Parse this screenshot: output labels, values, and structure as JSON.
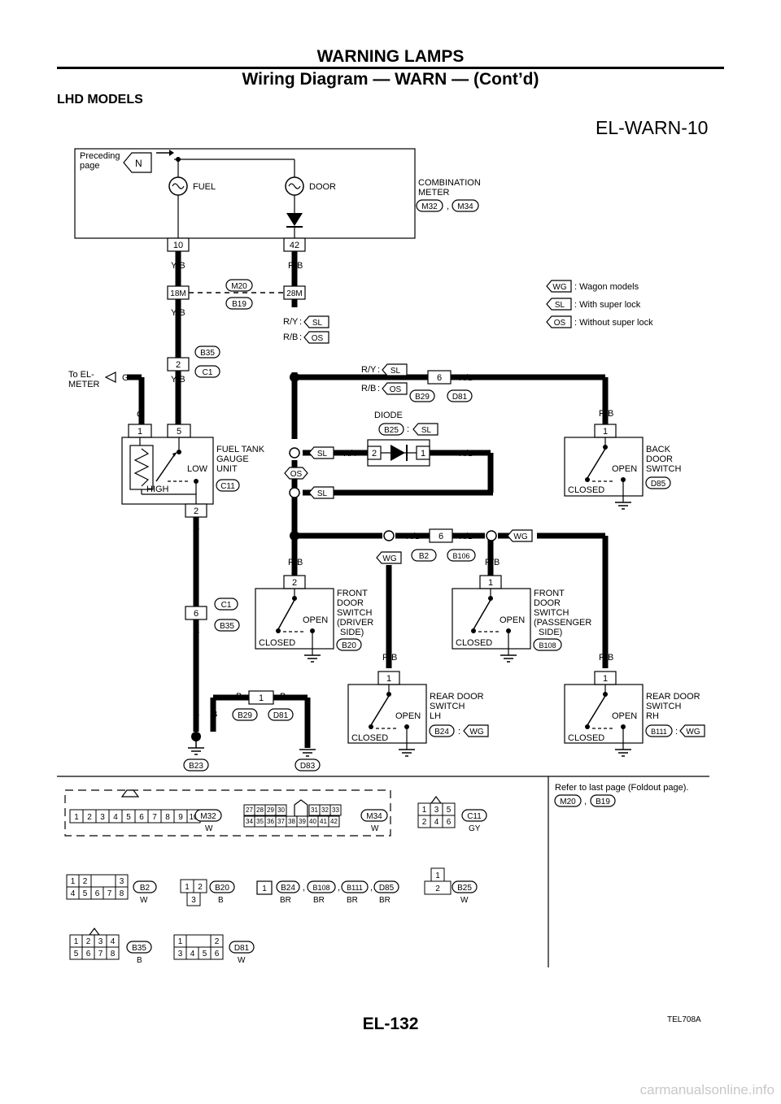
{
  "header": {
    "section_title": "WARNING LAMPS",
    "section_subtitle": "Wiring Diagram — WARN — (Cont’d)",
    "models": "LHD MODELS",
    "diagram_id": "EL-WARN-10"
  },
  "footer": {
    "figure_code": "TEL708A",
    "page_number": "EL-132",
    "watermark": "carmanualsonline.info"
  },
  "combination_meter": {
    "preceding_line1": "Preceding",
    "preceding_line2": "page",
    "connector_from": "N",
    "fuel_label": "FUEL",
    "door_label": "DOOR",
    "name_line1": "COMBINATION",
    "name_line2": "METER",
    "conn_a": "M32",
    "conn_b": "M34",
    "comma": ",",
    "pin_fuel": "10",
    "pin_door": "42"
  },
  "harness": {
    "conn_m20": "M20",
    "conn_b19": "B19",
    "pin_18m": "18M",
    "pin_28m": "28M",
    "yb": "Y/B",
    "rb": "R/B",
    "ry": "R/Y",
    "g": "G",
    "b": "B",
    "colon": ":"
  },
  "legend": {
    "wg_tag": "WG",
    "wg_text": ": Wagon models",
    "sl_tag": "SL",
    "sl_text": ": With super lock",
    "os_tag": "OS",
    "os_text": ": Without super lock"
  },
  "tags": {
    "sl": "SL",
    "os": "OS",
    "wg": "WG"
  },
  "connectors": {
    "b35": "B35",
    "c1": "C1",
    "b29": "B29",
    "d81": "D81",
    "b25": "B25",
    "b2": "B2",
    "b106": "B106",
    "b23": "B23",
    "d83": "D83",
    "pin_2": "2",
    "pin_6": "6",
    "pin_1": "1"
  },
  "meter_link": {
    "line1": "To EL-",
    "line2": "METER"
  },
  "diode": {
    "title": "DIODE",
    "pin_left": "2",
    "pin_right": "1"
  },
  "fuel_gauge": {
    "pin_a": "1",
    "pin_b": "5",
    "pin_c": "2",
    "low": "LOW",
    "high": "HIGH",
    "name_line1": "FUEL TANK",
    "name_line2": "GAUGE",
    "name_line3": "UNIT",
    "conn": "C11"
  },
  "back_door": {
    "pin": "1",
    "open": "OPEN",
    "closed": "CLOSED",
    "name_line1": "BACK",
    "name_line2": "DOOR",
    "name_line3": "SWITCH",
    "conn": "D85"
  },
  "front_driver": {
    "pin": "2",
    "open": "OPEN",
    "closed": "CLOSED",
    "name_line1": "FRONT",
    "name_line2": "DOOR",
    "name_line3": "SWITCH",
    "name_line4": "(DRIVER",
    "name_line5": "SIDE)",
    "conn": "B20"
  },
  "front_passenger": {
    "pin": "1",
    "open": "OPEN",
    "closed": "CLOSED",
    "name_line1": "FRONT",
    "name_line2": "DOOR",
    "name_line3": "SWITCH",
    "name_line4": "(PASSENGER",
    "name_line5": "SIDE)",
    "conn": "B108"
  },
  "rear_lh": {
    "pin": "1",
    "open": "OPEN",
    "closed": "CLOSED",
    "name_line1": "REAR DOOR",
    "name_line2": "SWITCH",
    "name_line3": "LH",
    "conn": "B24"
  },
  "rear_rh": {
    "pin": "1",
    "open": "OPEN",
    "closed": "CLOSED",
    "name_line1": "REAR DOOR",
    "name_line2": "SWITCH",
    "name_line3": "RH",
    "conn": "B111"
  },
  "connector_views": {
    "m32": {
      "tag": "M32",
      "color": "W",
      "pins": [
        "1",
        "2",
        "3",
        "4",
        "5",
        "6",
        "7",
        "8",
        "9",
        "10"
      ]
    },
    "m34": {
      "tag": "M34",
      "color": "W",
      "row1": [
        "27",
        "28",
        "29",
        "30",
        "31",
        "32",
        "33"
      ],
      "row2": [
        "34",
        "35",
        "36",
        "37",
        "38",
        "39",
        "40",
        "41",
        "42"
      ]
    },
    "c11": {
      "tag": "C11",
      "color": "GY",
      "row1": [
        "1",
        "3",
        "5"
      ],
      "row2": [
        "2",
        "4",
        "6"
      ]
    },
    "b2": {
      "tag": "B2",
      "color": "W",
      "row1": [
        "1",
        "2",
        "3"
      ],
      "row2": [
        "4",
        "5",
        "6",
        "7",
        "8"
      ]
    },
    "b20": {
      "tag": "B20",
      "color": "B",
      "row1": [
        "1",
        "2"
      ],
      "row2": [
        "3"
      ]
    },
    "b24_group": {
      "pin": "1",
      "tag1": "B24",
      "tag2": "B108",
      "tag3": "B111",
      "tag4": "D85",
      "color": "BR"
    },
    "b25": {
      "tag": "B25",
      "color": "W",
      "row1": [
        "1"
      ],
      "row2": [
        "2"
      ]
    },
    "b35": {
      "tag": "B35",
      "color": "B",
      "row1": [
        "1",
        "2",
        "3",
        "4"
      ],
      "row2": [
        "5",
        "6",
        "7",
        "8"
      ]
    },
    "d81": {
      "tag": "D81",
      "color": "W",
      "row1": [
        "1",
        "2"
      ],
      "row2": [
        "3",
        "4",
        "5",
        "6"
      ]
    },
    "refer_text": "Refer to last page (Foldout page).",
    "refer_a": "M20",
    "refer_b": "B19"
  }
}
